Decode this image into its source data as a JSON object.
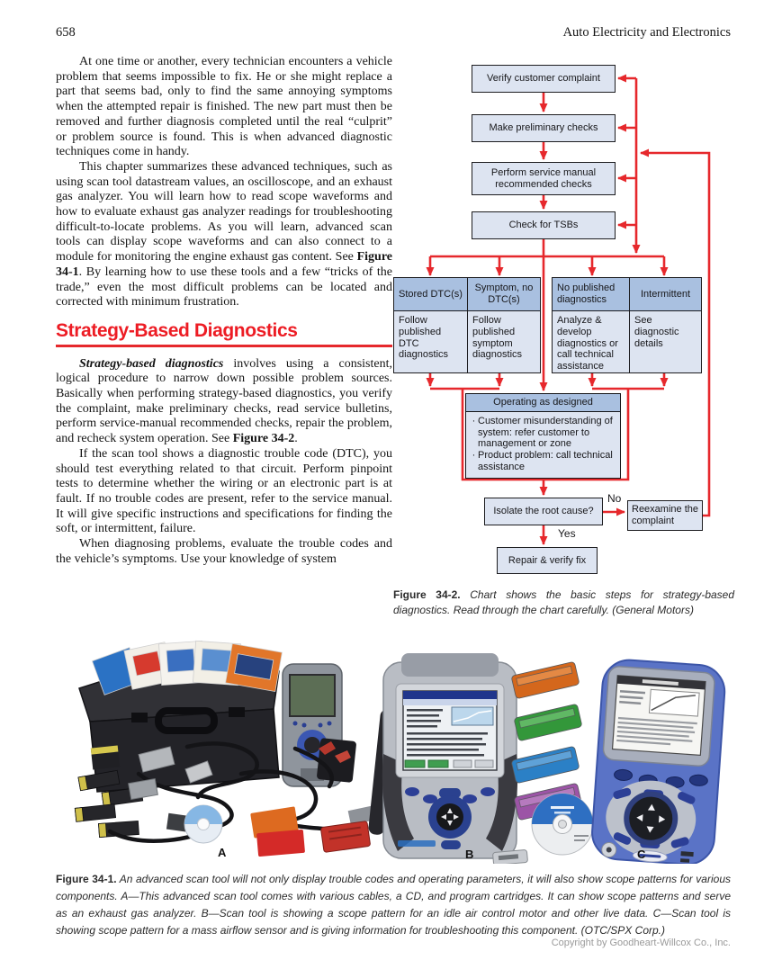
{
  "page": {
    "page_number": "658",
    "running_title": "Auto Electricity and Electronics",
    "copyright": "Copyright by Goodheart-Willcox Co., Inc."
  },
  "colors": {
    "flow_red": "#e6282c",
    "flow_box_fill": "#dde4f1",
    "flow_header_fill": "#a9c0e0",
    "heading_red": "#ed1c24"
  },
  "article": {
    "p1": "At one time or another, every technician encounters a vehicle problem that seems impossible to fix. He or she might replace a part that seems bad, only to find the same annoying symptoms when the attempted repair is finished. The new part must then be removed and further diagnosis completed until the real “culprit” or problem source is found. This is when advanced diagnostic techniques come in handy.",
    "p2_parts": [
      "This chapter summarizes these advanced techniques, such as using scan tool datastream values, an oscilloscope, and an exhaust gas analyzer. You will learn how to read scope waveforms and how to evaluate exhaust gas analyzer readings for troubleshooting difficult-to-locate problems. As you will learn, advanced scan tools can display scope waveforms and can also connect to a module for monitoring the engine exhaust gas content. See ",
      "Figure 34-1",
      ". By learning how to use these tools and a few “tricks of the trade,” even the most difficult problems can be located and corrected with minimum frustration."
    ],
    "heading": "Strategy-Based Diagnostics",
    "p3_parts": [
      "Strategy-based diagnostics",
      " involves using a consistent, logical procedure to narrow down possible problem sources. Basically when performing strategy-based diagnostics, you verify the complaint, make preliminary checks, read service bulletins, perform service-manual recommended checks, repair the problem, and recheck system operation. See ",
      "Figure 34-2",
      "."
    ],
    "p4": "If the scan tool shows a diagnostic trouble code (DTC), you should test everything related to that circuit. Perform pinpoint tests to determine whether the wiring or an electronic part is at fault. If no trouble codes are present, refer to the service manual. It will give specific instructions and specifications for finding the soft, or intermittent, failure.",
    "p5": "When diagnosing problems, evaluate the trouble codes and the vehicle’s symptoms. Use your knowledge of system"
  },
  "flowchart": {
    "bullet_char": "·",
    "boxes": {
      "verify": "Verify customer complaint",
      "preliminary": "Make preliminary checks",
      "service_manual": "Perform service manual recommended checks",
      "tsbs": "Check for TSBs",
      "stored_dtc": "Stored DTC(s)",
      "symptom_no_dtc": "Symptom, no DTC(s)",
      "no_published": "No published diagnostics",
      "intermittent": "Intermittent",
      "follow_dtc": "Follow published DTC diagnostics",
      "follow_symptom": "Follow published symptom diagnostics",
      "analyze": "Analyze & develop diagnostics or call technical assistance",
      "see_details": "See diagnostic details",
      "operating": "Operating as designed",
      "operating_bullet_1": "Customer misunderstanding of system: refer customer to management or zone",
      "operating_bullet_2": "Product problem: call technical assistance",
      "isolate": "Isolate the root cause?",
      "reexamine": "Reexamine the complaint",
      "repair": "Repair & verify fix"
    },
    "labels": {
      "no": "No",
      "yes": "Yes"
    }
  },
  "figure2_caption": {
    "label": "Figure 34-2.",
    "text": " Chart shows the basic steps for strategy-based diagnostics. Read through the chart carefully. (General Motors)"
  },
  "figure1_caption": {
    "label": "Figure 34-1.",
    "text": " An advanced scan tool will not only display trouble codes and operating parameters, it will also show scope patterns for various components. A—This advanced scan tool comes with various cables, a CD, and program cartridges. It can show scope patterns and serve as an exhaust gas analyzer. B—Scan tool is showing a scope pattern for an idle air control motor and other live data. C—Scan tool is showing scope pattern for a mass airflow sensor and is giving information for troubleshooting this component. (OTC/SPX Corp.)"
  },
  "photo_labels": [
    "A",
    "B",
    "C"
  ]
}
